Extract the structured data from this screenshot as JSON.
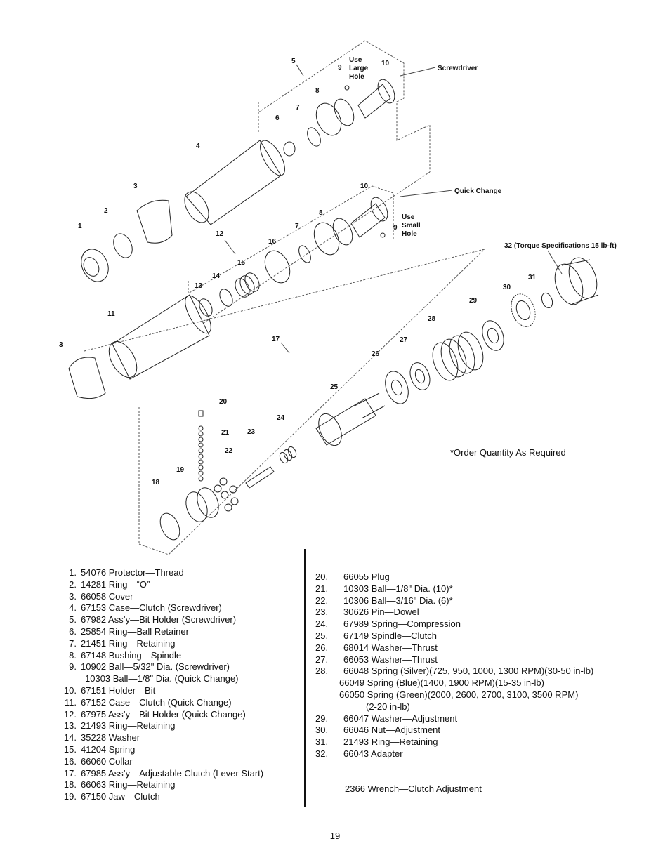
{
  "diagram": {
    "callouts": {
      "c1": "1",
      "c2": "2",
      "c3a": "3",
      "c3b": "3",
      "c4": "4",
      "c5": "5",
      "c6": "6",
      "c7a": "7",
      "c7b": "7",
      "c8a": "8",
      "c8b": "8",
      "c9a": "9",
      "c9b": "9",
      "c10a": "10",
      "c10b": "10",
      "c11": "11",
      "c12": "12",
      "c13": "13",
      "c14": "14",
      "c15": "15",
      "c16": "16",
      "c17": "17",
      "c18": "18",
      "c19": "19",
      "c20": "20",
      "c21": "21",
      "c22": "22",
      "c23": "23",
      "c24": "24",
      "c25": "25",
      "c26": "26",
      "c27": "27",
      "c28": "28",
      "c29": "29",
      "c30": "30",
      "c31": "31",
      "c32": "32 (Torque Specifications 15 lb-ft)"
    },
    "labels": {
      "screwdriver": "Screwdriver",
      "quick_change": "Quick Change",
      "use_large_1": "Use",
      "use_large_2": "Large",
      "use_large_3": "Hole",
      "use_small_1": "Use",
      "use_small_2": "Small",
      "use_small_3": "Hole"
    }
  },
  "note": "*Order Quantity As Required",
  "parts_left": [
    {
      "num": "1.",
      "text": "54076 Protector—Thread"
    },
    {
      "num": "2.",
      "text": "14281 Ring—“O”"
    },
    {
      "num": "3.",
      "text": "66058 Cover"
    },
    {
      "num": "4.",
      "text": "67153 Case—Clutch (Screwdriver)"
    },
    {
      "num": "5.",
      "text": "67982 Ass’y—Bit Holder (Screwdriver)"
    },
    {
      "num": "6.",
      "text": "25854 Ring—Ball Retainer"
    },
    {
      "num": "7.",
      "text": "21451 Ring—Retaining"
    },
    {
      "num": "8.",
      "text": "67148 Bushing—Spindle"
    },
    {
      "num": "9.",
      "text": "10902 Ball—5/32\" Dia. (Screwdriver)"
    },
    {
      "num": "",
      "text": "10303 Ball—1/8\" Dia. (Quick Change)"
    },
    {
      "num": "10.",
      "text": "67151 Holder—Bit"
    },
    {
      "num": "11.",
      "text": "67152 Case—Clutch (Quick Change)"
    },
    {
      "num": "12.",
      "text": "67975 Ass’y—Bit Holder (Quick Change)"
    },
    {
      "num": "13.",
      "text": "21493 Ring—Retaining"
    },
    {
      "num": "14.",
      "text": "35228 Washer"
    },
    {
      "num": "15.",
      "text": "41204 Spring"
    },
    {
      "num": "16.",
      "text": "66060 Collar"
    },
    {
      "num": "17.",
      "text": "67985 Ass’y—Adjustable Clutch (Lever Start)"
    },
    {
      "num": "18.",
      "text": "66063 Ring—Retaining"
    },
    {
      "num": "19.",
      "text": "67150 Jaw—Clutch"
    }
  ],
  "parts_right": [
    {
      "num": "20.",
      "text": "66055 Plug"
    },
    {
      "num": "21.",
      "text": "10303 Ball—1/8\" Dia. (10)*"
    },
    {
      "num": "22.",
      "text": "10306 Ball—3/16\" Dia. (6)*"
    },
    {
      "num": "23.",
      "text": "30626 Pin—Dowel"
    },
    {
      "num": "24.",
      "text": "67989 Spring—Compression"
    },
    {
      "num": "25.",
      "text": "67149 Spindle—Clutch"
    },
    {
      "num": "26.",
      "text": "68014 Washer—Thrust"
    },
    {
      "num": "27.",
      "text": "66053 Washer—Thrust"
    },
    {
      "num": "28.",
      "text": "66048 Spring (Silver)(725, 950, 1000, 1300 RPM)(30-50 in-lb)"
    },
    {
      "num": "",
      "text": "66049 Spring (Blue)(1400, 1900 RPM)(15-35 in-lb)"
    },
    {
      "num": "",
      "text": "66050 Spring (Green)(2000, 2600, 2700, 3100, 3500 RPM)"
    },
    {
      "num": "",
      "text": "(2-20 in-lb)",
      "deep": true
    },
    {
      "num": "29.",
      "text": "66047 Washer—Adjustment"
    },
    {
      "num": "30.",
      "text": "66046 Nut—Adjustment"
    },
    {
      "num": "31.",
      "text": "21493 Ring—Retaining"
    },
    {
      "num": "32.",
      "text": "66043 Adapter"
    }
  ],
  "wrench": "2366 Wrench—Clutch Adjustment",
  "page_number": "19"
}
